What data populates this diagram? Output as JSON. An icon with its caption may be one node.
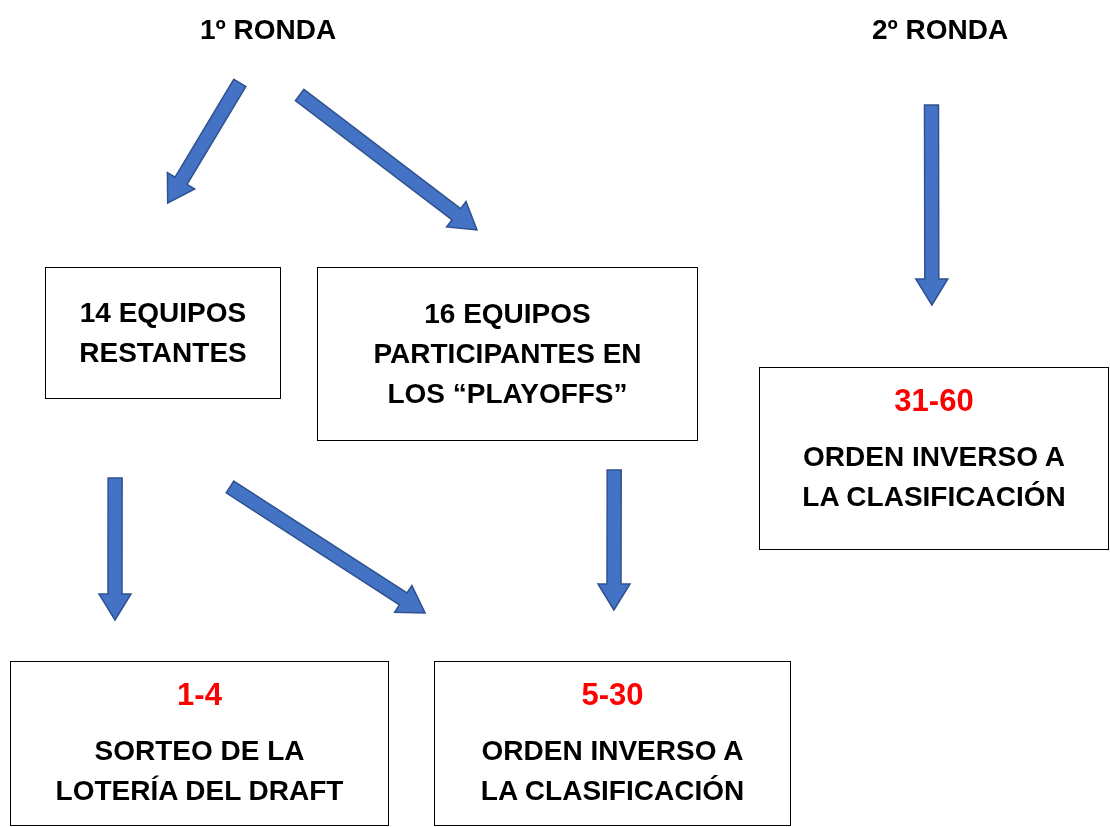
{
  "diagram": {
    "nodes": [
      {
        "text": [
          "1º RONDA"
        ]
      },
      {
        "text": [
          "2º RONDA"
        ]
      },
      {
        "text": [
          "14 EQUIPOS RESTANTES"
        ]
      },
      {
        "text": [
          "16 EQUIPOS PARTICIPANTES EN LOS “PLAYOFFS”"
        ]
      },
      {
        "text": [
          "31-60",
          "ORDEN INVERSO A LA CLASIFICACIÓN"
        ]
      },
      {
        "text": [
          "1-4",
          "SORTEO DE LA LOTERÍA DEL DRAFT"
        ]
      },
      {
        "text": [
          "5-30",
          "ORDEN INVERSO A LA CLASIFICACIÓN"
        ]
      }
    ],
    "edges": [
      {
        "from": 0,
        "to": 2,
        "arrow": "to",
        "style": "thick"
      },
      {
        "from": 0,
        "to": 3,
        "arrow": "to",
        "style": "thick"
      },
      {
        "from": 1,
        "to": 4,
        "arrow": "to",
        "style": "thick"
      },
      {
        "from": 2,
        "to": 5,
        "arrow": "to",
        "style": "thick"
      },
      {
        "from": 2,
        "to": 6,
        "arrow": "to",
        "style": "thick"
      },
      {
        "from": 3,
        "to": 6,
        "arrow": "to",
        "style": "thick"
      }
    ]
  }
}
